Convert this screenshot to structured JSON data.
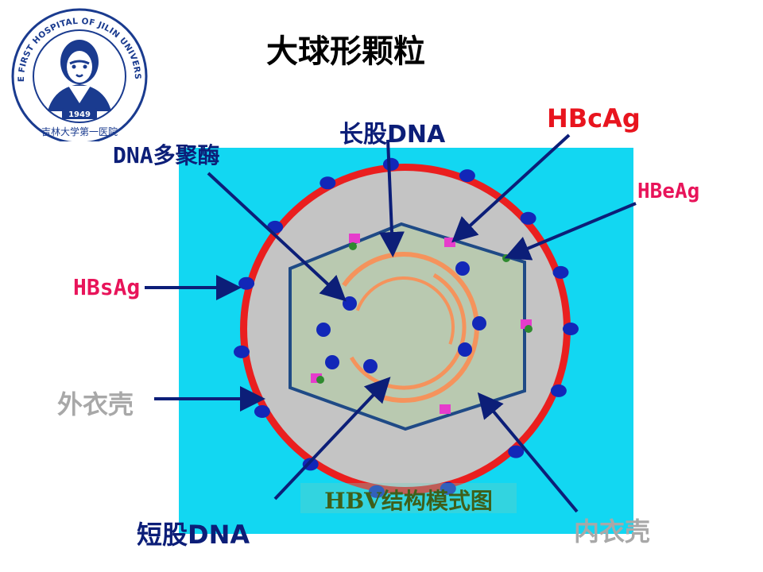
{
  "slide": {
    "title": "大球形颗粒"
  },
  "logo": {
    "ring_text": "THE FIRST HOSPITAL OF JILIN UNIVERSITY",
    "year": "1949",
    "cn_text": "吉林大学第一医院",
    "color": "#1a3b8f"
  },
  "diagram": {
    "caption": "HBV结构模式图",
    "colors": {
      "background": "#12d7f2",
      "outer_envelope": "#ea1f1f",
      "inner_fill": "#c4c4c4",
      "core": "#b9c9b0",
      "core_edge": "#1f4a86",
      "dna": "#f5935c",
      "surface_dot": "#1227b8",
      "hbcag": "#e63ccc",
      "hbeag": "#2f8a2f",
      "arrow": "#0c1e78"
    }
  },
  "labels": {
    "long_dna": "长股DNA",
    "hbcag": "HBcAg",
    "dna_polymerase": "DNA多聚酶",
    "hbeag": "HBeAg",
    "hbsag": "HBsAg",
    "outer_envelope": "外衣壳",
    "short_dna": "短股DNA",
    "inner_envelope": "内衣壳"
  }
}
